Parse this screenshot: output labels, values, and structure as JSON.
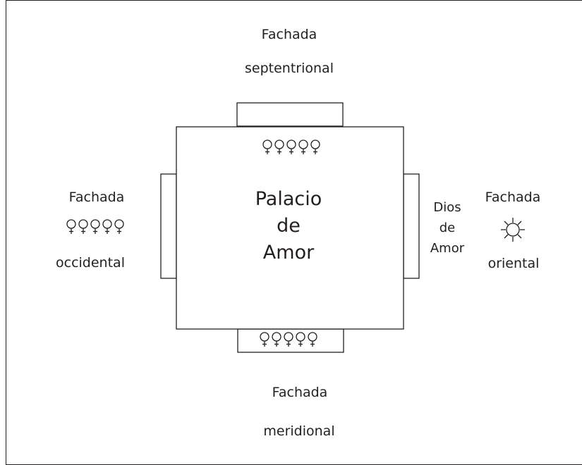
{
  "diagram": {
    "north": {
      "line1": "Fachada",
      "line2": "septentrional"
    },
    "west": {
      "line1": "Fachada",
      "line2": "occidental"
    },
    "east": {
      "line1": "Fachada",
      "line2": "oriental"
    },
    "south": {
      "line1": "Fachada",
      "line2": "meridional"
    },
    "center": {
      "line1": "Palacio",
      "line2": "de",
      "line3": "Amor"
    },
    "god": {
      "line1": "Dios",
      "line2": "de",
      "line3": "Amor"
    },
    "symbols": {
      "female_icon": "venus-symbol",
      "sun_icon": "sun-icon",
      "female_group_count": 5
    },
    "colors": {
      "ink": "#231f20",
      "background": "#ffffff"
    }
  }
}
